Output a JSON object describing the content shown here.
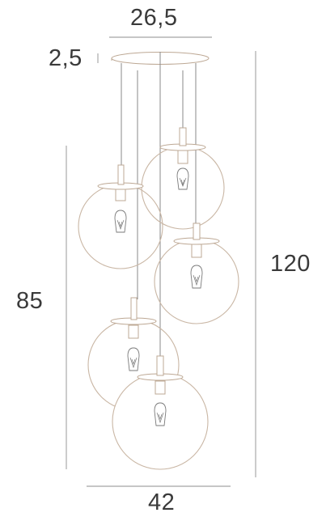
{
  "dimensions": {
    "top_width": "26,5",
    "canopy_height": "2,5",
    "total_height": "120",
    "globe_height": "85",
    "bottom_width": "42"
  },
  "colors": {
    "line": "#8e8e8e",
    "globe_outline": "#c9b6a4",
    "text": "#3a3a3a"
  }
}
